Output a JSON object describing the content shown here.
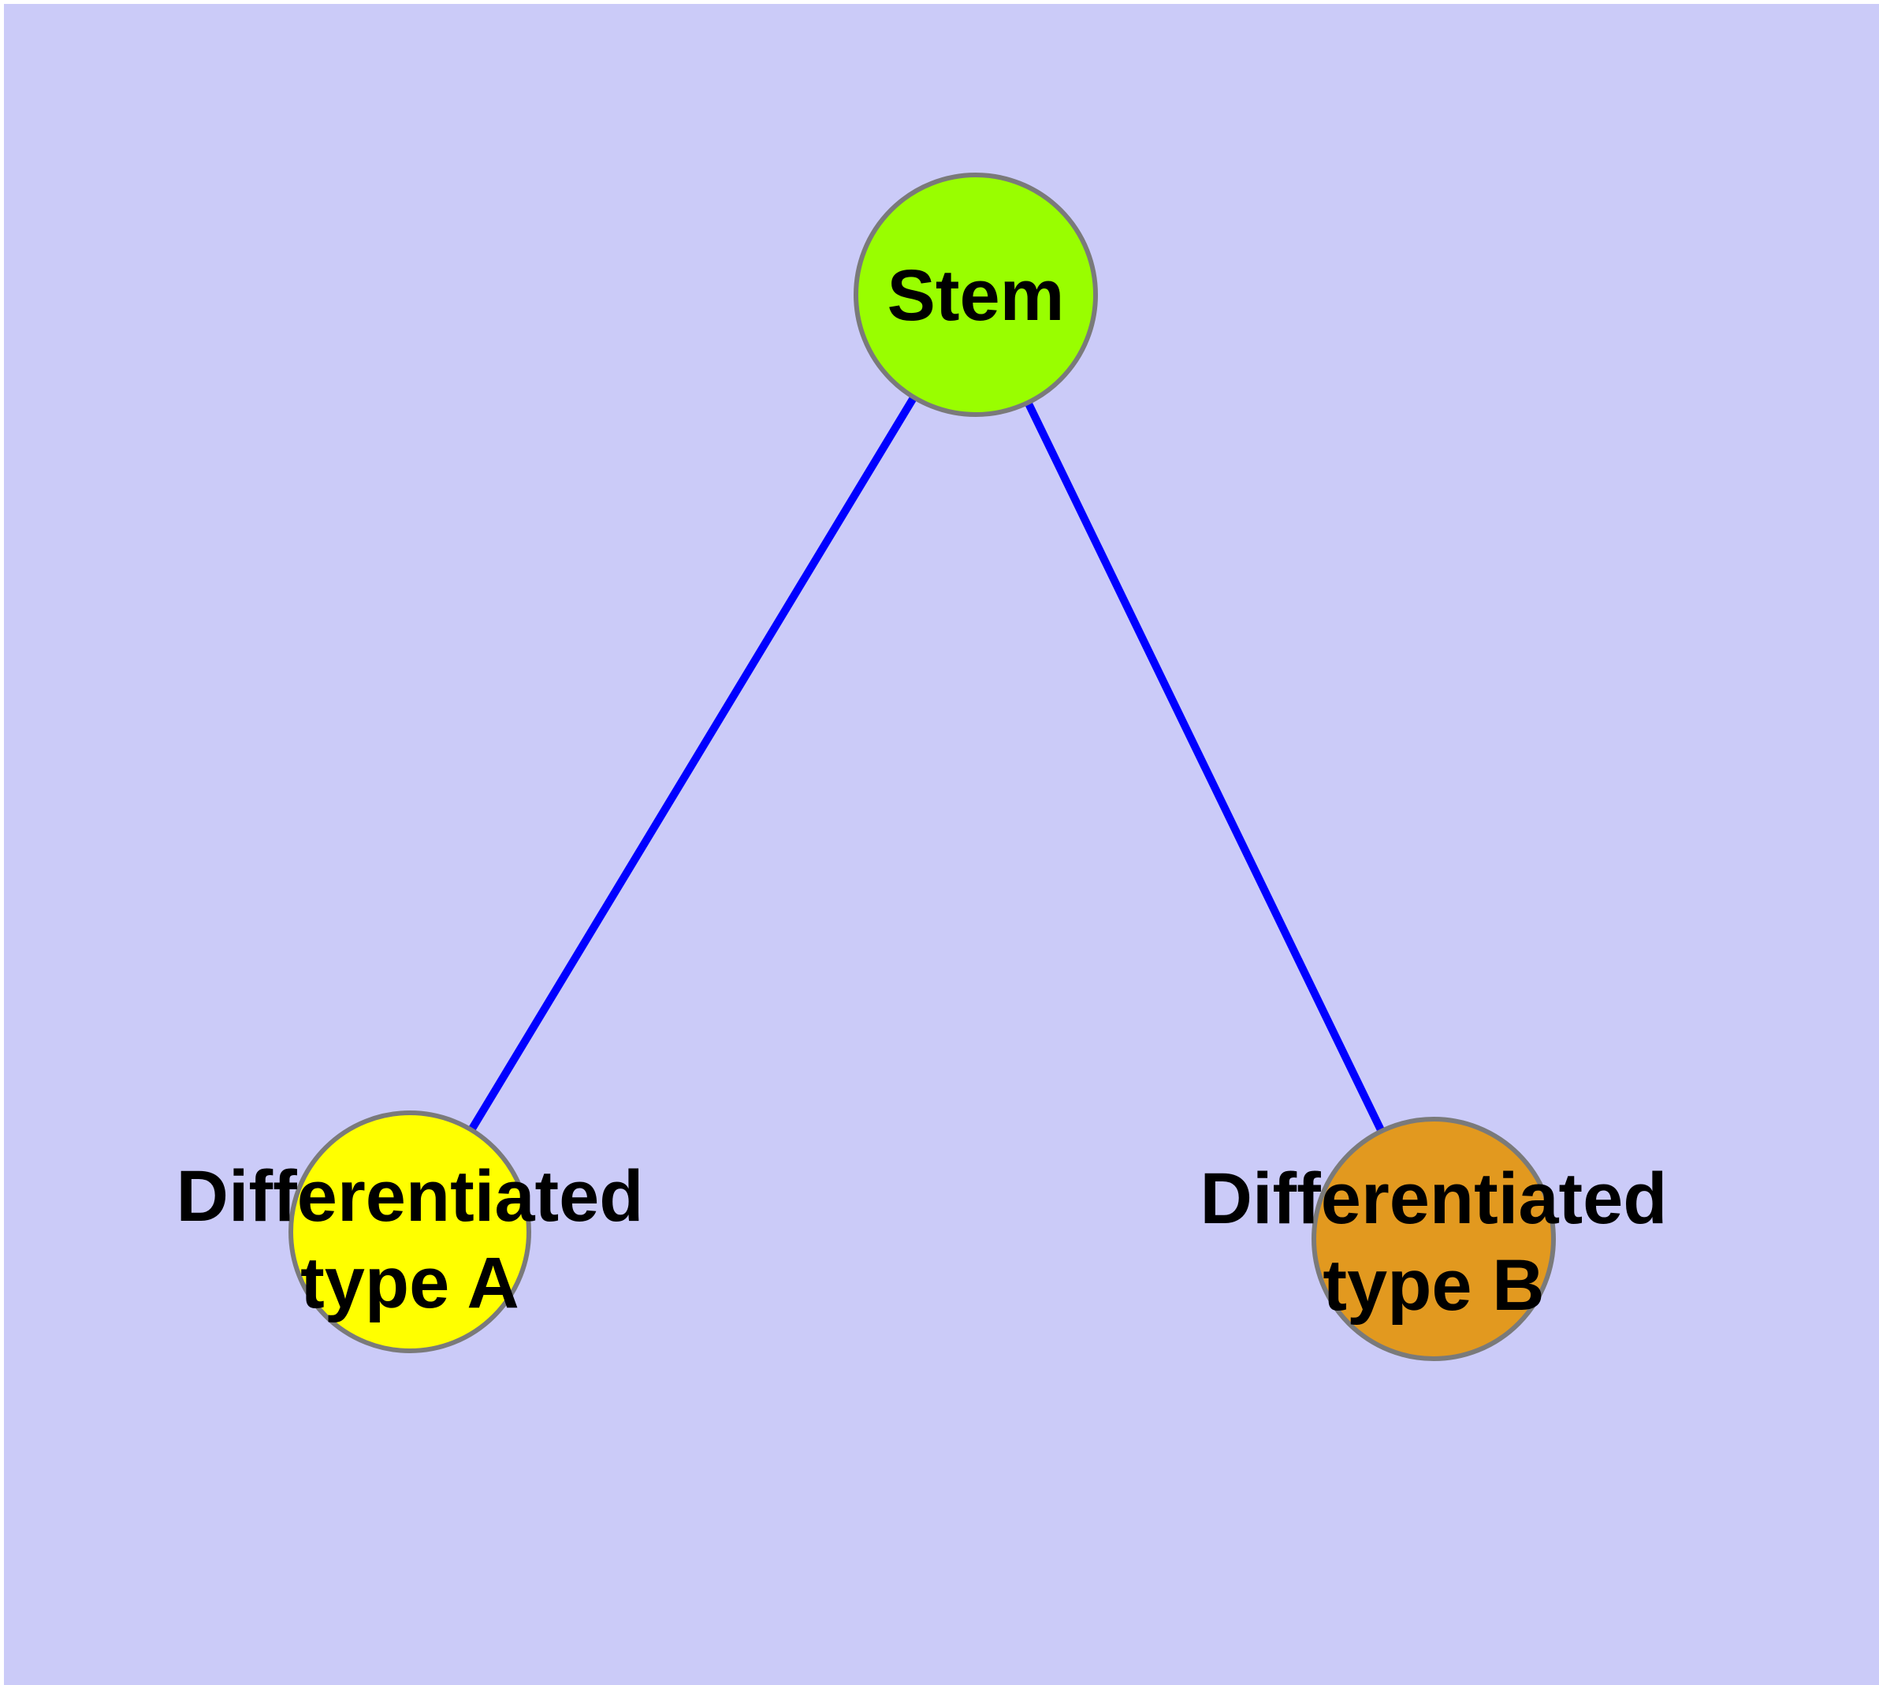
{
  "diagram": {
    "type": "graph",
    "background_color": "#CBCBF8",
    "edge_color": "#0000FF",
    "node_border_color": "#7A7A7A",
    "label_color": "#000000",
    "nodes": [
      {
        "id": "stem",
        "label": "Stem",
        "fill_color": "#99FE00"
      },
      {
        "id": "differentiated-type-a",
        "label_line1": "Differentiated",
        "label_line2": "type A",
        "fill_color": "#FFFF00"
      },
      {
        "id": "differentiated-type-b",
        "label_line1": "Differentiated",
        "label_line2": "type B",
        "fill_color": "#E2991F"
      }
    ],
    "edges": [
      {
        "from": "Stem",
        "to": "Differentiated type A"
      },
      {
        "from": "Stem",
        "to": "Differentiated type B"
      }
    ]
  }
}
